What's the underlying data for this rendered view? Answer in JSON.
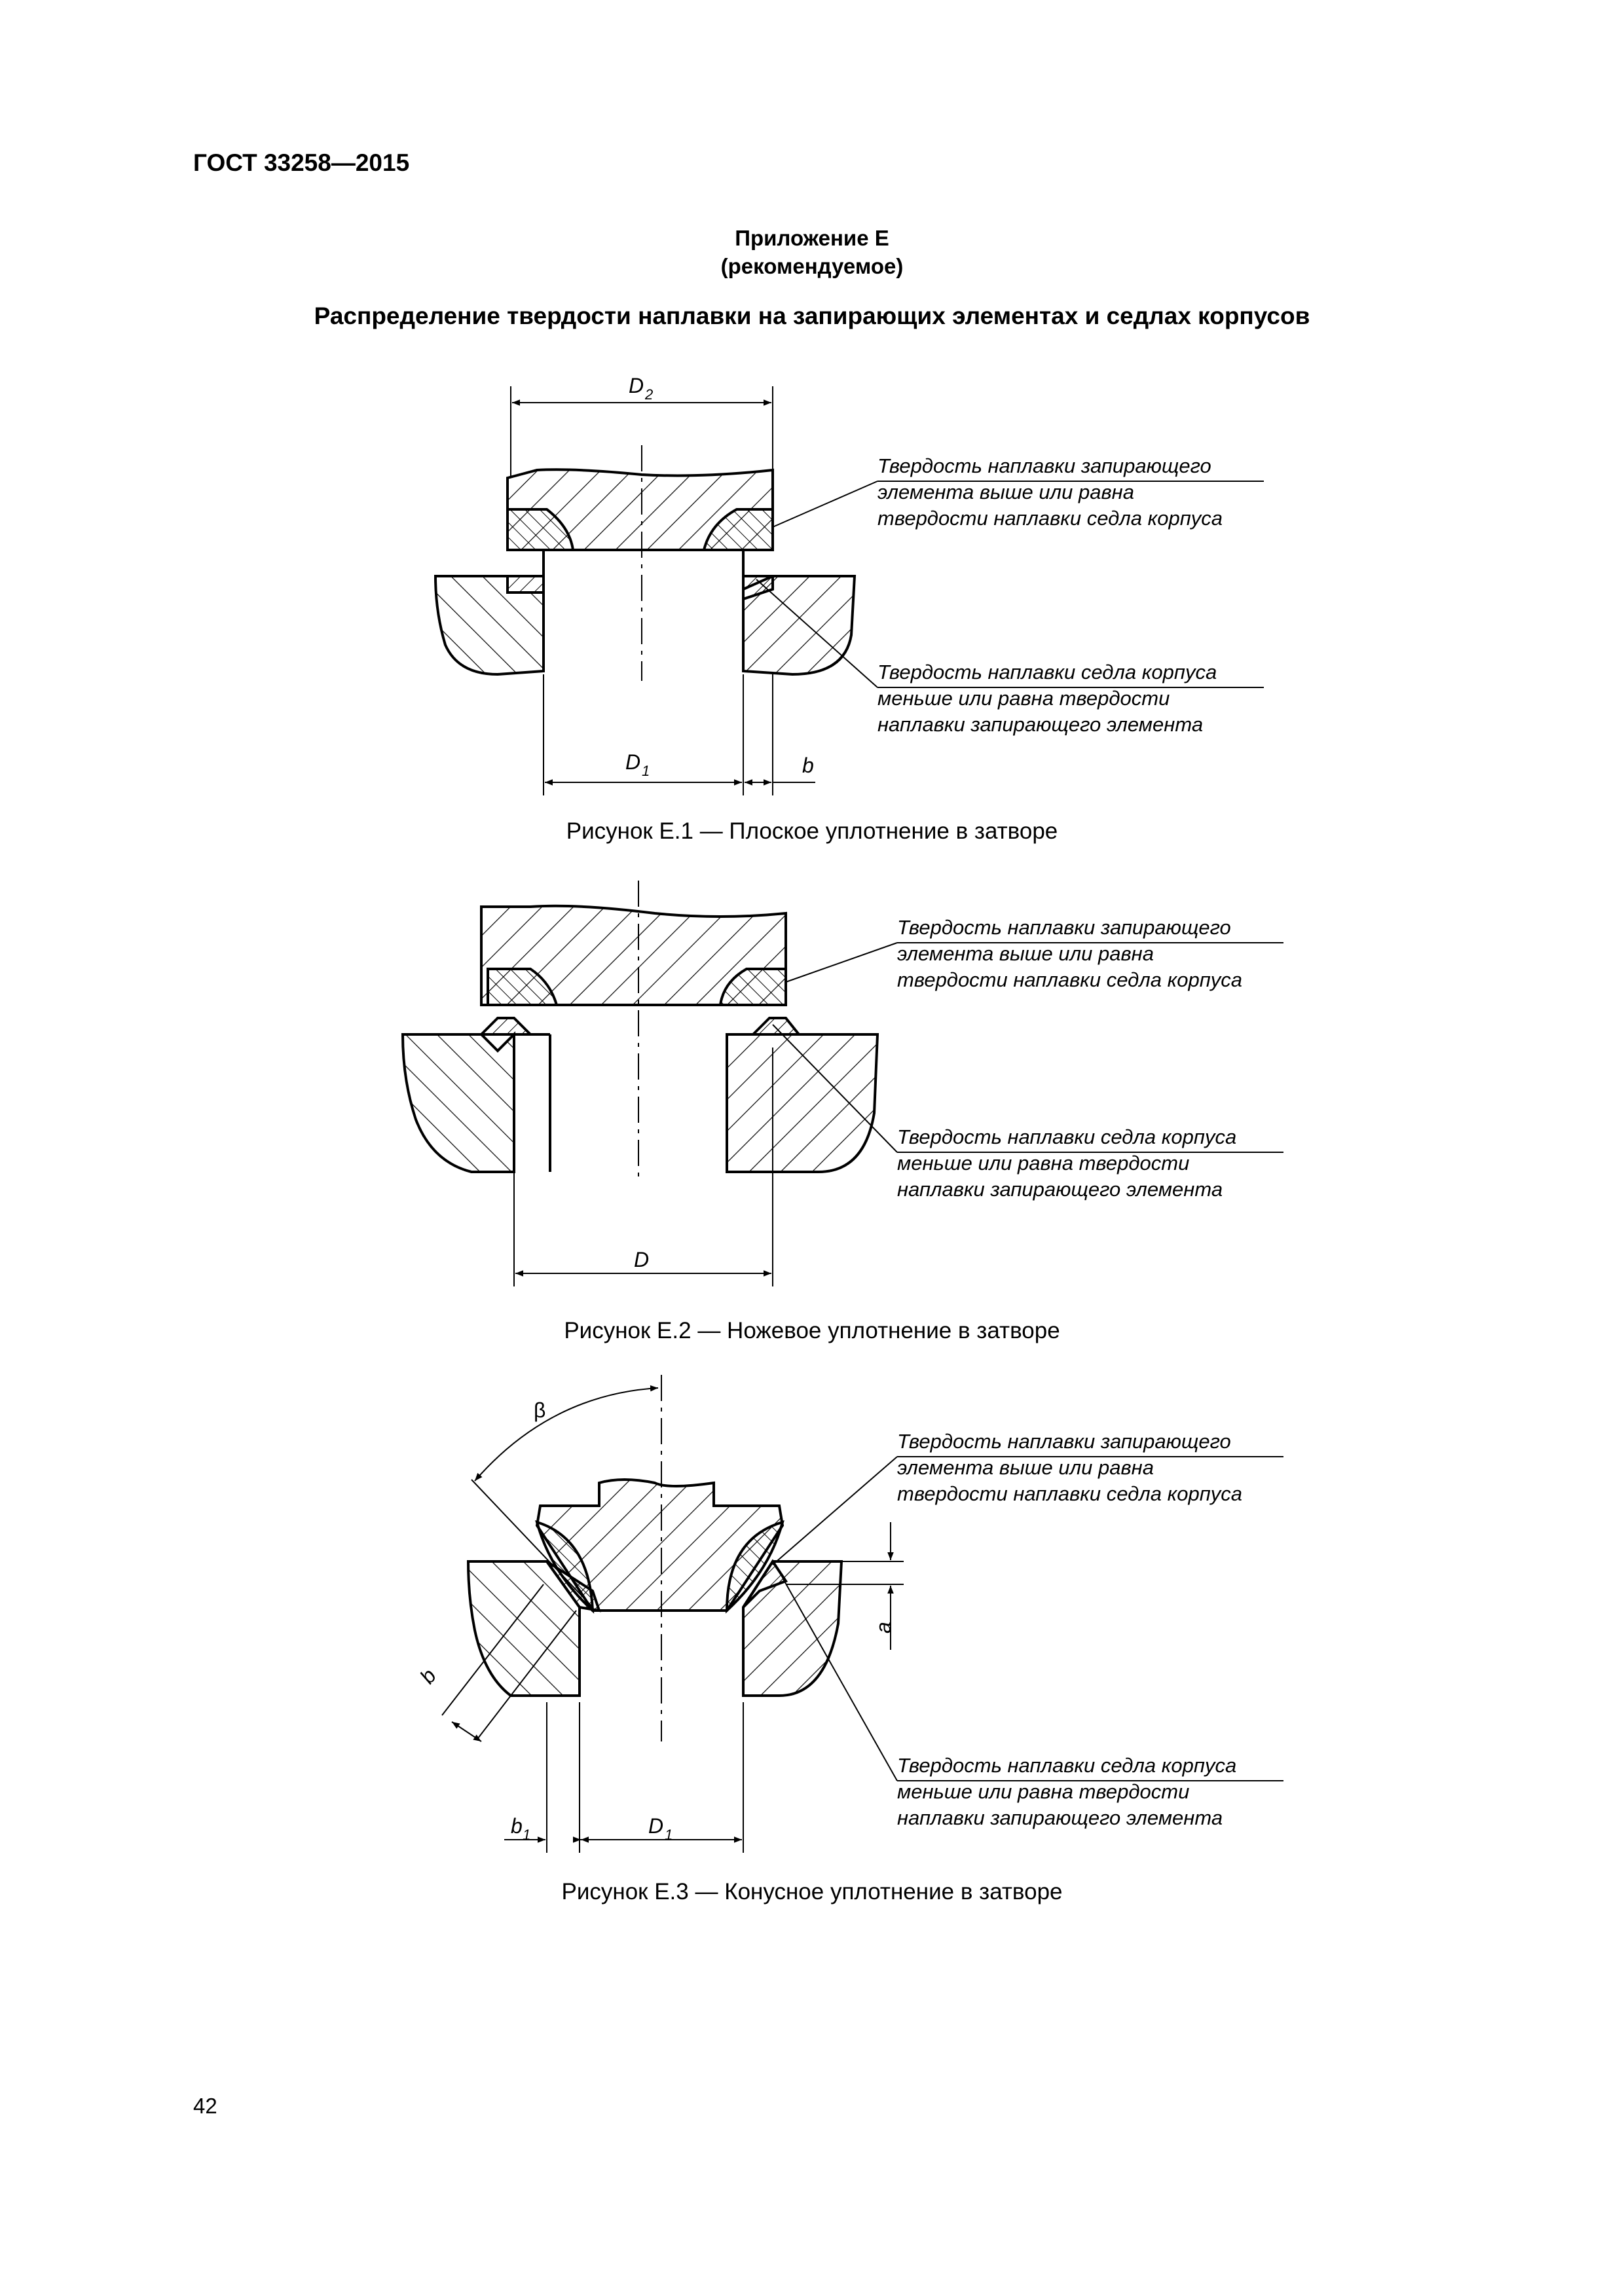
{
  "header": {
    "standard": "ГОСТ 33258—2015"
  },
  "annex": {
    "name": "Приложение Е",
    "status": "(рекомендуемое)",
    "title": "Распределение твердости наплавки на запирающих элементах и седлах корпусов"
  },
  "notes": {
    "upper": [
      "Твердость наплавки запирающего",
      "элемента выше или равна",
      "твердости наплавки седла корпуса"
    ],
    "lower": [
      "Твердость наплавки седла корпуса",
      "меньше или равна твердости",
      "наплавки запирающего элемента"
    ]
  },
  "figures": [
    {
      "caption": "Рисунок Е.1 — Плоское уплотнение в затворе",
      "dims": {
        "top": "D",
        "top_sub": "2",
        "bottom": "D",
        "bottom_sub": "1",
        "side": "b"
      }
    },
    {
      "caption": "Рисунок Е.2 — Ножевое уплотнение в затворе",
      "dims": {
        "bottom": "D"
      }
    },
    {
      "caption": "Рисунок Е.3 — Конусное уплотнение в затворе",
      "dims": {
        "angle": "β",
        "width": "b",
        "height": "a",
        "bottom_left": "b",
        "bottom_left_sub": "1",
        "bottom": "D",
        "bottom_sub": "1"
      }
    }
  ],
  "footer": {
    "page_number": "42"
  }
}
